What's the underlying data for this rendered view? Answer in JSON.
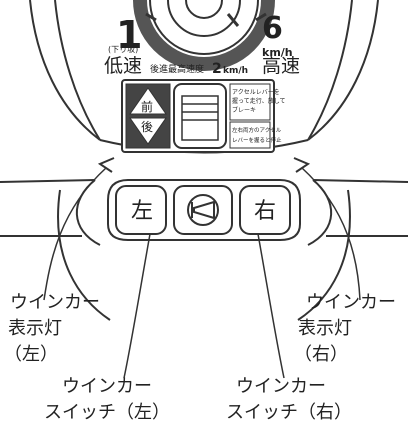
{
  "speed_dial": {
    "low_number": "1",
    "low_sub": "(下り坂)",
    "low_label": "低速",
    "high_number": "6",
    "high_unit": "km/h",
    "high_label": "高速",
    "reverse_speed_prefix": "後進最高速度",
    "reverse_speed_value": "2",
    "reverse_speed_unit": "km/h"
  },
  "direction_switch": {
    "forward_label": "前",
    "reverse_label": "後"
  },
  "instructions": {
    "line1": "アクセルレバーを",
    "line2": "握って走行、放して",
    "line3": "ブレーキ",
    "line4": "左右両方のアクセル",
    "line5": "レバーを握ると停止"
  },
  "buttons": {
    "left": "左",
    "right": "右"
  },
  "callouts": {
    "left_indicator": [
      "ウインカー",
      "表示灯",
      "（左）"
    ],
    "right_indicator": [
      "ウインカー",
      "表示灯",
      "（右）"
    ],
    "left_switch": [
      "ウインカー",
      "スイッチ（左）"
    ],
    "right_switch": [
      "ウインカー",
      "スイッチ（右）"
    ]
  },
  "icons": {
    "horn": "horn-icon",
    "indicator_left": "indicator-left-icon",
    "indicator_right": "indicator-right-icon",
    "forward_arrow": "forward-arrow-icon",
    "reverse_arrow": "reverse-arrow-icon"
  }
}
